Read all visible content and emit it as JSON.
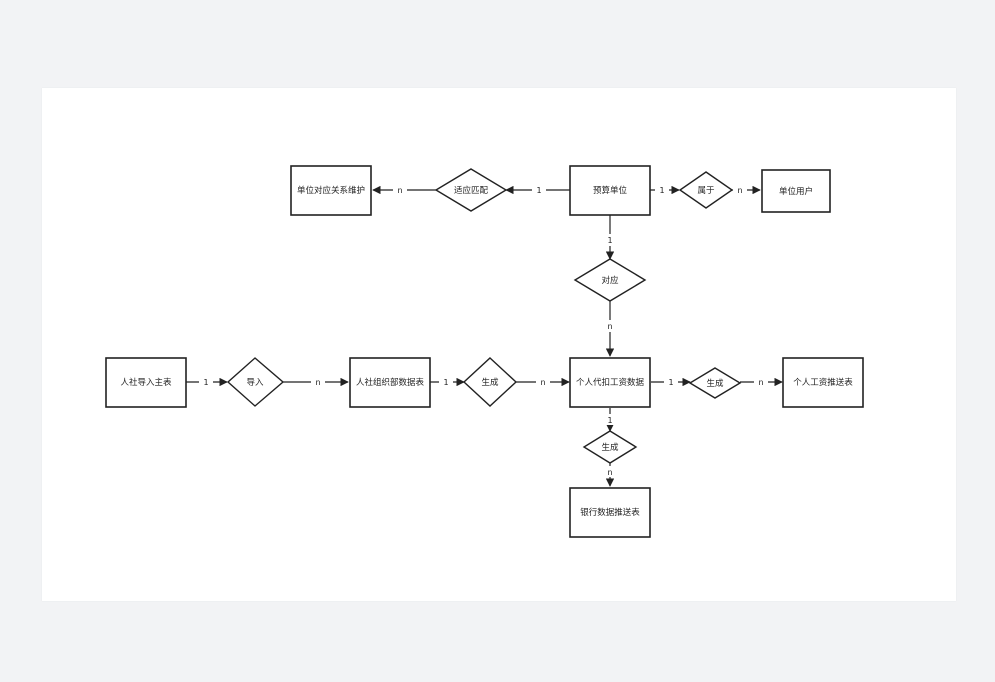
{
  "colors": {
    "page_background": "#f2f3f5",
    "canvas": "#ffffff",
    "stroke": "#222222",
    "text": "#222222"
  },
  "entities": {
    "unit_mapping": "单位对应关系维护",
    "budget_unit": "预算单位",
    "unit_user": "单位用户",
    "hr_import_main": "人社导入主表",
    "hr_org_data": "人社组织部数据表",
    "personal_withholding": "个人代扣工资数据",
    "personal_push": "个人工资推送表",
    "bank_push": "银行数据推送表"
  },
  "relations": {
    "adapt_match": "适应匹配",
    "belongs_to": "属于",
    "correspond": "对应",
    "import": "导入",
    "generate_1": "生成",
    "generate_2": "生成",
    "generate_3": "生成"
  },
  "cardinalities": {
    "budget_to_adapt": "1",
    "adapt_to_mapping": "n",
    "budget_to_belongs": "1",
    "belongs_to_user": "n",
    "budget_to_correspond": "1",
    "correspond_to_withholding": "n",
    "main_to_import": "1",
    "import_to_org": "n",
    "org_to_generate": "1",
    "generate_to_withholding": "n",
    "withholding_to_generate": "1",
    "generate_to_push": "n",
    "withholding_to_generate_down": "1",
    "generate_to_bank": "n"
  }
}
